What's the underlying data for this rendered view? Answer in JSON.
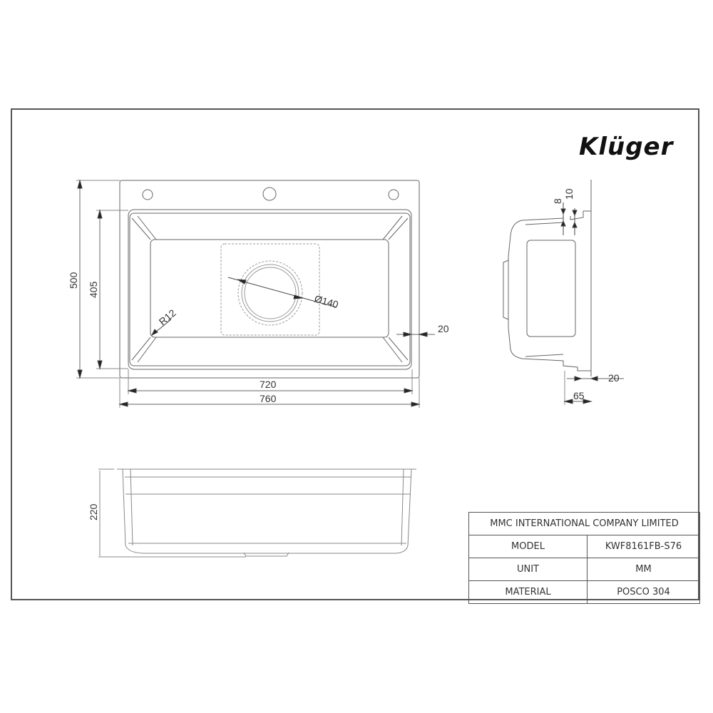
{
  "brand": {
    "logo_text": "Klüger"
  },
  "title_block": {
    "company": "MMC INTERNATIONAL COMPANY LIMITED",
    "rows": [
      {
        "label": "MODEL",
        "value": "KWF8161FB-S76"
      },
      {
        "label": "UNIT",
        "value": "MM"
      },
      {
        "label": "MATERIAL",
        "value": "POSCO 304"
      }
    ]
  },
  "top_view": {
    "dimensions": {
      "overall_width": "760",
      "bowl_width": "720",
      "overall_depth": "500",
      "bowl_depth": "405",
      "corner_radius": "R12",
      "drain_diameter": "Ø140",
      "rim_offset": "20"
    }
  },
  "side_view": {
    "dimensions": {
      "lip_a": "8",
      "lip_b": "10",
      "flange": "20",
      "depth_offset": "65"
    }
  },
  "front_view": {
    "dimensions": {
      "height": "220"
    }
  },
  "colors": {
    "line": "#555555",
    "thin_line": "#888888",
    "text": "#333333"
  }
}
